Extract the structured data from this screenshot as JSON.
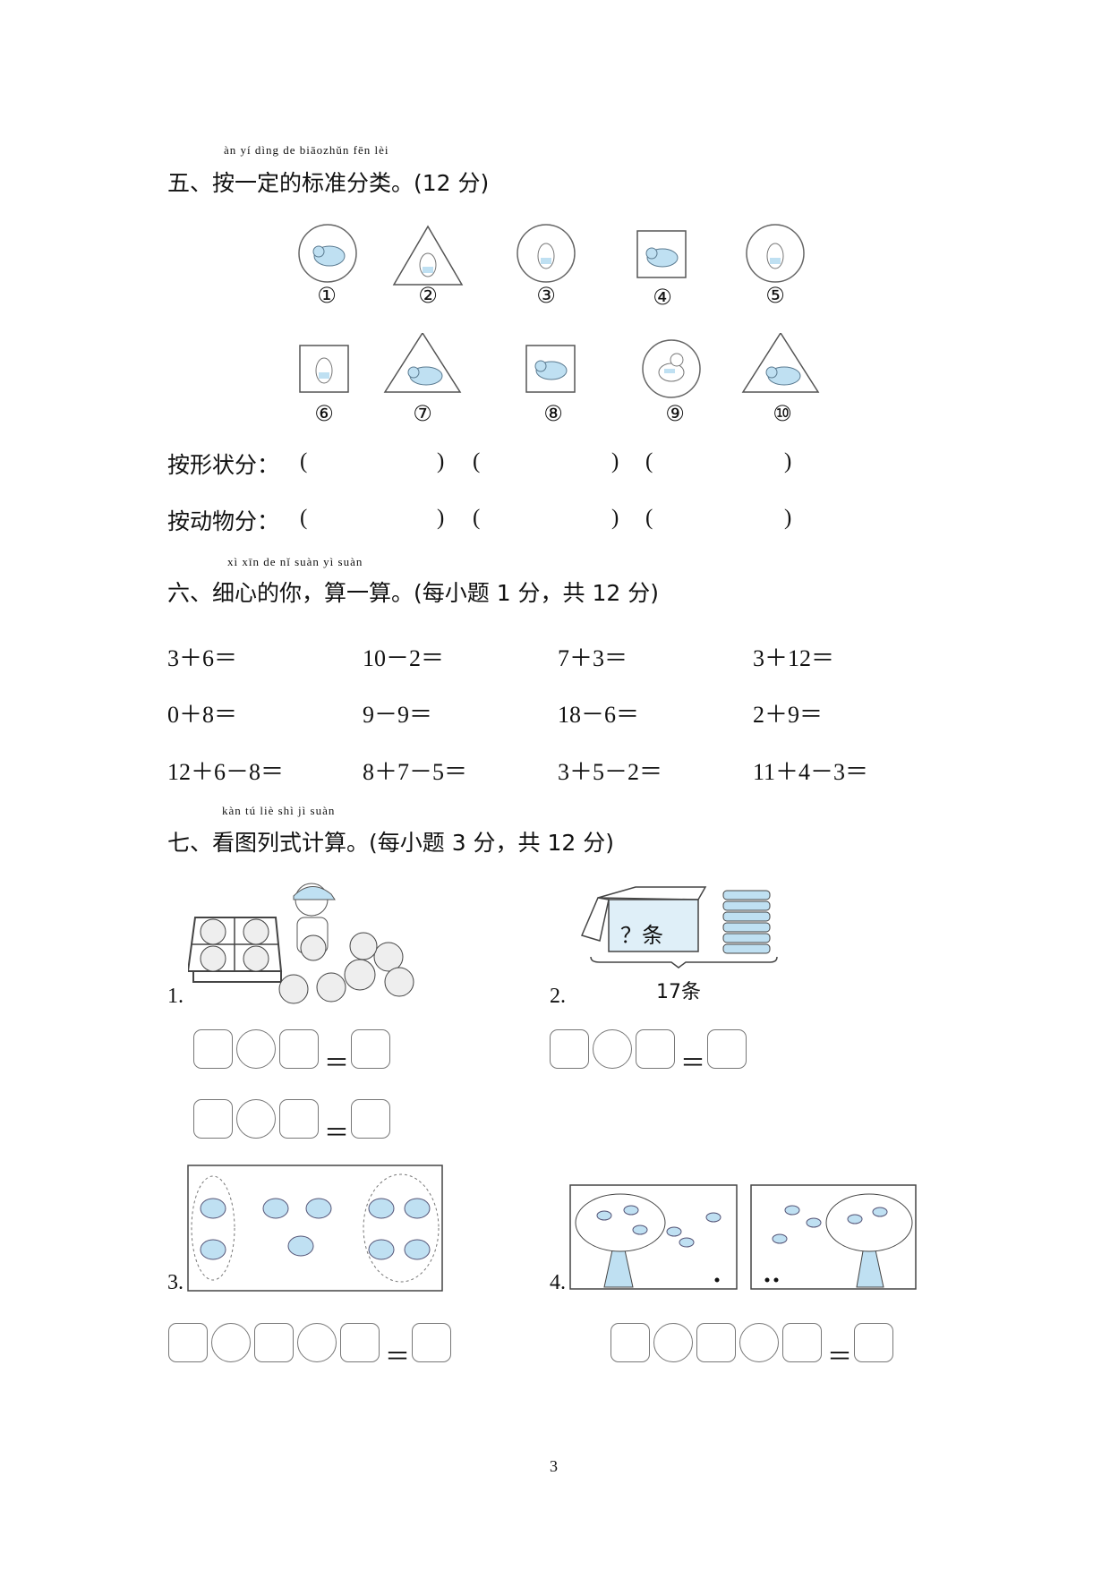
{
  "section5": {
    "pinyin": "àn   yí  dìng  de  biāozhǔn  fēn   lèi",
    "title": "五、按一定的标准分类。(12 分)",
    "items": [
      "①",
      "②",
      "③",
      "④",
      "⑤",
      "⑥",
      "⑦",
      "⑧",
      "⑨",
      "⑩"
    ],
    "row_shape_label": "按形状分：",
    "row_animal_label": "按动物分：",
    "paren_open": "(",
    "paren_close": ")"
  },
  "section6": {
    "pinyin": "xì   xīn   de    nǐ          suàn  yì  suàn",
    "title": "六、细心的你，算一算。(每小题 1 分，共 12 分)",
    "problems": [
      [
        "3＋6＝",
        "10－2＝",
        "7＋3＝",
        "3＋12＝"
      ],
      [
        "0＋8＝",
        "9－9＝",
        "18－6＝",
        "2＋9＝"
      ],
      [
        "12＋6－8＝",
        "8＋7－5＝",
        "3＋5－2＝",
        "11＋4－3＝"
      ]
    ]
  },
  "section7": {
    "pinyin": "kàn   tú    liè   shì    jì   suàn",
    "title": "七、看图列式计算。(每小题 3 分，共 12 分)",
    "q1": "1.",
    "q2": "2.",
    "q3": "3.",
    "q4": "4.",
    "box_text": "？条",
    "total_text": "17条",
    "equals": "＝"
  },
  "page_number": "3",
  "colors": {
    "accent_blue": "#bfe0f2",
    "line_gray": "#777777"
  }
}
